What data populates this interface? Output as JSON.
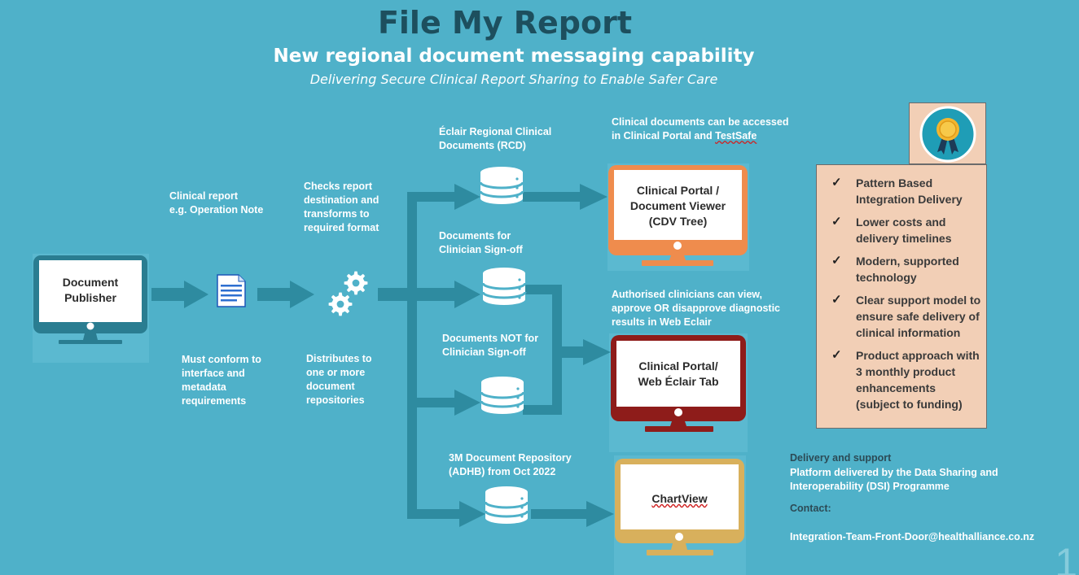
{
  "header": {
    "title": "File My Report",
    "subtitle": "New regional document messaging capability",
    "tagline": "Delivering Secure Clinical Report Sharing to Enable Safer Care"
  },
  "publisher": {
    "label": "Document\nPublisher"
  },
  "labels": {
    "clinical_report": "Clinical report\ne.g. Operation Note",
    "must_conform": "Must conform to\ninterface and\nmetadata\nrequirements",
    "checks_report": "Checks report\ndestination  and\ntransforms to\nrequired format",
    "distributes": "Distributes to\none or more\ndocument\nrepositories",
    "eclair_rcd": "Éclair Regional Clinical\nDocuments (RCD)",
    "docs_signoff": "Documents for\nClinician Sign-off",
    "docs_not_signoff": "Documents NOT for\nClinician Sign-off",
    "repo_3m": "3M Document Repository\n(ADHB) from Oct 2022",
    "accessed_a": "Clinical documents can be accessed\nin Clinical Portal and ",
    "accessed_b": "TestSafe",
    "authorised": "Authorised clinicians can view,\napprove OR disapprove diagnostic\nresults in Web Eclair"
  },
  "monitors": {
    "cdv": "Clinical Portal /\nDocument Viewer\n(CDV Tree)",
    "web_eclair": "Clinical Portal/\nWeb Éclair Tab",
    "chartview": "ChartView"
  },
  "benefits": [
    "Pattern Based\nIntegration Delivery",
    "Lower costs and\ndelivery timelines",
    "Modern, supported\ntechnology",
    "Clear support model to\nensure safe delivery of\nclinical information",
    "Product approach with\n3 monthly product\nenhancements\n(subject to  funding)"
  ],
  "tick_glyph": "✓",
  "delivery": {
    "title": "Delivery and support",
    "body": "Platform delivered by the Data Sharing and\nInteroperability (DSI) Programme",
    "contact_label": "Contact:",
    "email": "Integration-Team-Front-Door@healthalliance.co.nz"
  },
  "page_number": "1",
  "colors": {
    "background": "#4fb1c9",
    "arrow": "#2e8ba0",
    "title": "#1d4f5e",
    "panel": "#f2cfb6",
    "monitor_publisher": "#2a7d91",
    "monitor_cdv": "#ef8c4d",
    "monitor_eclair": "#8e1c1a",
    "monitor_chartview": "#d8b05c",
    "badge_ring": "#1f9db6"
  },
  "icons": [
    "document-icon",
    "gears-icon",
    "database-icon",
    "award-badge-icon",
    "monitor-icon",
    "checkmark-icon"
  ]
}
